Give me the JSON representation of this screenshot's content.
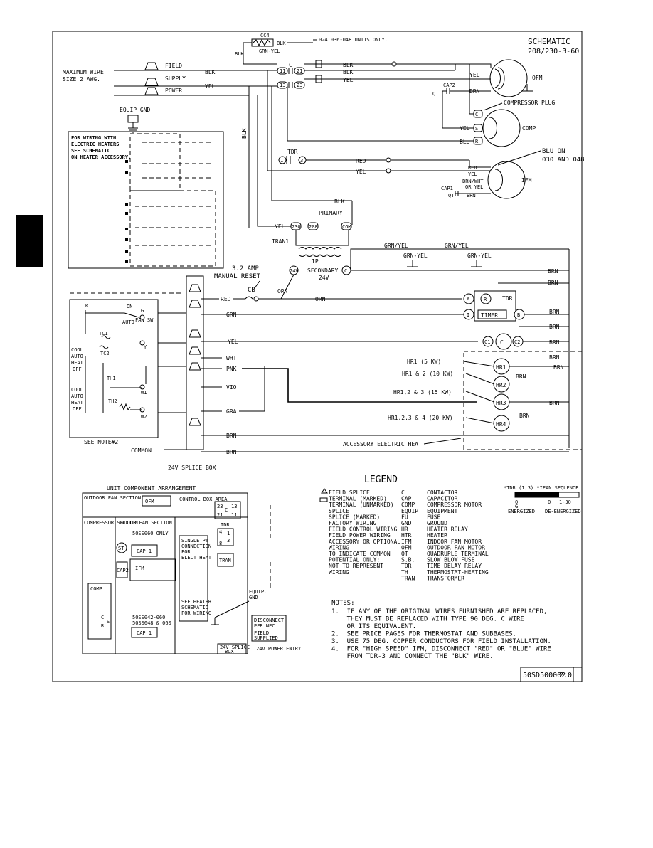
{
  "schematic": {
    "title": "SCHEMATIC",
    "voltage": "208/230-3-60",
    "doc_number": "50SD500002",
    "revision": "2.0"
  },
  "power": {
    "max_wire_line1": "MAXIMUM WIRE",
    "max_wire_line2": "SIZE 2 AWG.",
    "field": "FIELD",
    "supply": "SUPPLY",
    "power": "POWER",
    "equip_gnd": "EQUIP GND",
    "cc4": "CC4",
    "note_units": "024,036-048 UNITS ONLY.",
    "grn_yel": "GRN-YEL",
    "c": "C",
    "t11": "11",
    "t21": "21",
    "t13": "13",
    "t23": "23"
  },
  "wire_colors": {
    "blk": "BLK",
    "yel": "YEL",
    "red": "RED",
    "brn": "BRN",
    "blu": "BLU",
    "grn": "GRN",
    "orn": "ORN",
    "wht": "WHT",
    "pnk": "PNK",
    "vio": "VIO",
    "gra": "GRA",
    "grn_yel": "GRN/YEL",
    "grn_yel_dash": "GRN-YEL",
    "brn_wht": "BRN/WHT",
    "or_yel": "OR YEL"
  },
  "components": {
    "ofm": "OFM",
    "comp": "COMP",
    "ifm": "IFM",
    "cap2": "CAP2",
    "cap1": "CAP1",
    "qt": "QT",
    "compressor_plug": "COMPRESSOR PLUG",
    "blu_on_1": "BLU ON",
    "blu_on_2": "030 AND 048",
    "tdr": "TDR",
    "primary": "PRIMARY",
    "tran1": "TRAN1",
    "secondary": "SECONDARY",
    "v24": "24V",
    "ip": "IP",
    "amp_1": "3.2 AMP",
    "amp_2": "MANUAL RESET",
    "cb": "CB",
    "timer": "TIMER",
    "hr1": "HR1",
    "hr2": "HR2",
    "hr3": "HR3",
    "hr4": "HR4",
    "hr1_kw": "HR1 (5 KW)",
    "hr12_kw": "HR1 & 2 (10 KW)",
    "hr123_kw": "HR1,2 & 3 (15 KW)",
    "hr1234_kw": "HR1,2,3 & 4 (20 KW)",
    "accessory_heat": "ACCESSORY ELECTRIC HEAT",
    "splice_box": "24V SPLICE BOX",
    "common": "COMMON",
    "c1": "C1",
    "c2": "C2",
    "c_coil": "C",
    "t230": "230",
    "t208": "208",
    "com": "COM",
    "term_c": "C",
    "term_a": "A",
    "term_r": "R",
    "term_i": "I",
    "term_b": "B"
  },
  "thermostat": {
    "r": "R",
    "on": "ON",
    "g": "G",
    "auto": "AUTO",
    "fan_sw": "FAN SW",
    "tc1": "TC1",
    "tc2": "TC2",
    "th1": "TH1",
    "th2": "TH2",
    "y": "Y",
    "w1": "W1",
    "w2": "W2",
    "cool": "COOL",
    "heat": "HEAT",
    "off": "OFF",
    "see_note": "SEE NOTE#2"
  },
  "heater_note": {
    "line1": "FOR WIRING WITH",
    "line2": "ELECTRIC HEATERS",
    "line3": "SEE SCHEMATIC",
    "line4": "ON HEATER ACCESSORY."
  },
  "arrangement": {
    "title": "UNIT COMPONENT ARRANGEMENT",
    "outdoor_fan": "OUTDOOR FAN SECTION",
    "ofm": "OFM",
    "compressor_section": "COMPRESSOR SECTION",
    "indoor_fan": "INDOOR FAN SECTION",
    "only_060": "50SS060 ONLY",
    "st": "ST",
    "cap1": "CAP 1",
    "cap2": "CAP2",
    "ifm": "IFM",
    "comp": "COMP",
    "c": "C",
    "s": "S",
    "r": "R",
    "models_1": "50SS042-060",
    "models_2": "50SS048 & 060",
    "cap1b": "CAP 1",
    "control_box": "CONTROL BOX AREA",
    "single_pt_1": "SINGLE PT",
    "single_pt_2": "CONNECTION",
    "single_pt_3": "FOR",
    "single_pt_4": "ELECT HEAT",
    "see_heater_1": "SEE HEATER",
    "see_heater_2": "SCHEMATIC",
    "see_heater_3": "FOR WIRING",
    "c23": "23",
    "c13": "13",
    "cc": "C",
    "c21": "21",
    "c11": "11",
    "tdr": "TDR",
    "tran": "TRAN",
    "equip_gnd_1": "EQUIP.",
    "equip_gnd_2": "GND",
    "disconnect_1": "DISCONNECT",
    "disconnect_2": "PER NEC",
    "field_1": "FIELD",
    "field_2": "SUPPLIED",
    "splice_1": "24V SPLICE",
    "splice_2": "BOX",
    "power_entry": "24V POWER ENTRY"
  },
  "legend": {
    "title": "LEGEND",
    "left": [
      "FIELD SPLICE",
      "TERMINAL (MARKED)",
      "TERMINAL (UNMARKED)",
      "SPLICE",
      "SPLICE (MARKED)",
      "FACTORY WIRING",
      "FIELD CONTROL WIRING",
      "FIELD POWER WIRING",
      "ACCESSORY OR OPTIONAL",
      "WIRING",
      "TO INDICATE COMMON",
      "POTENTIAL ONLY:",
      "NOT TO REPRESENT",
      "WIRING"
    ],
    "abbr": [
      "C",
      "CAP",
      "COMP",
      "EQUIP",
      "FU",
      "GND",
      "HR",
      "HTR",
      "IFM",
      "OFM",
      "QT",
      "S.B.",
      "TDR",
      "TH",
      "TRAN"
    ],
    "desc": [
      "CONTACTOR",
      "CAPACITOR",
      "COMPRESSOR MOTOR",
      "EQUIPMENT",
      "FUSE",
      "GROUND",
      "HEATER RELAY",
      "HEATER",
      "INDOOR FAN MOTOR",
      "OUTDOOR FAN MOTOR",
      "QUADRUPLE TERMINAL",
      "SLOW BLOW FUSE",
      "TIME DELAY RELAY",
      "THERMOSTAT-HEATING",
      "TRANSFORMER"
    ]
  },
  "sequence": {
    "title": "*TDR (1,3) *IFAN SEQUENCE",
    "zero": "0",
    "g": "G",
    "zero2": "0",
    "t130": "1-30",
    "energized": "ENERGIZED",
    "de_energized": "DE-ENERGIZED"
  },
  "notes": {
    "title": "NOTES:",
    "lines": [
      "1.  IF ANY OF THE ORIGINAL WIRES FURNISHED ARE REPLACED,",
      "    THEY MUST BE REPLACED WITH TYPE 90 DEG. C WIRE",
      "    OR ITS EQUIVALENT.",
      "2.  SEE PRICE PAGES FOR THERMOSTAT AND SUBBASES.",
      "3.  USE 75 DEG. COPPER CONDUCTORS FOR FIELD INSTALLATION.",
      "4.  FOR \"HIGH SPEED\" IFM, DISCONNECT \"RED\" OR \"BLUE\" WIRE",
      "    FROM TDR-3 AND CONNECT THE \"BLK\" WIRE."
    ]
  }
}
